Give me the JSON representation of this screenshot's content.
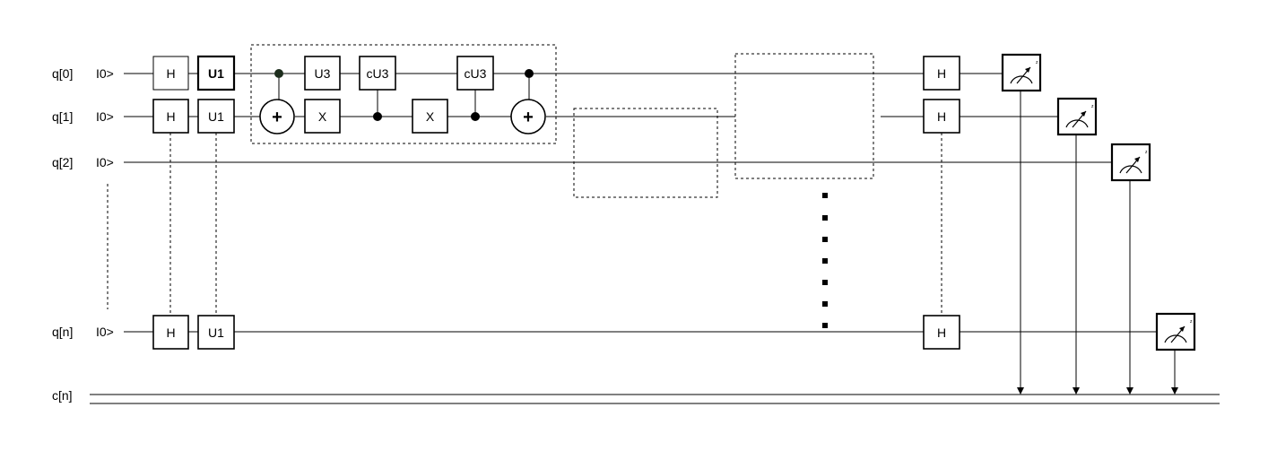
{
  "qubit_labels": [
    "q[0]",
    "q[1]",
    "q[2]",
    "q[n]"
  ],
  "classical_label": "c[n]",
  "init_state": "I0>",
  "gates": {
    "h": "H",
    "u1": "U1",
    "u3": "U3",
    "x": "X",
    "cu3": "cU3",
    "plus": "+"
  },
  "colors": {
    "line": "#000000",
    "background": "#ffffff",
    "control_dot_first": "#1d2d1d"
  },
  "icons": [
    "measurement-meter-icon",
    "down-arrow-icon",
    "vertical-ellipsis-dots"
  ]
}
